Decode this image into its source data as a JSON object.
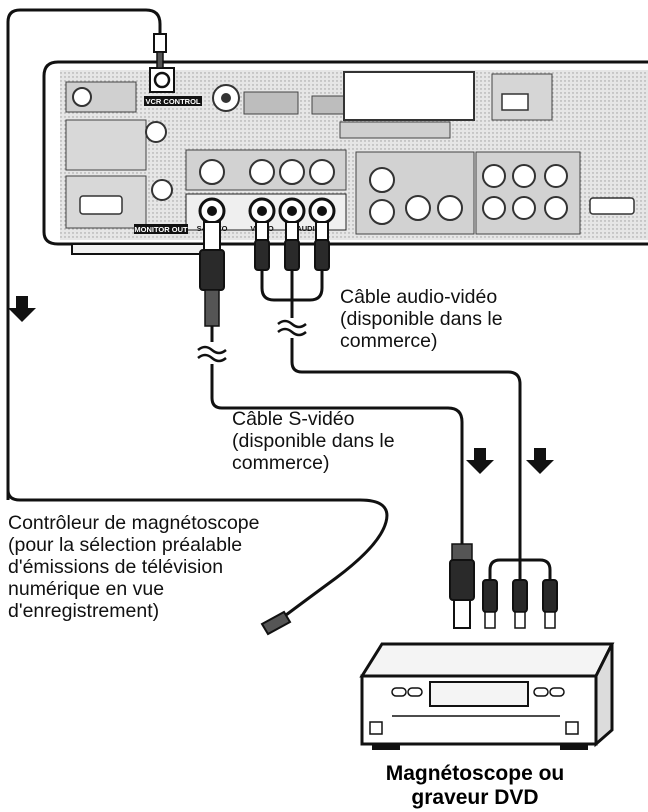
{
  "panel": {
    "vcr_control": "VCR CONTROL",
    "monitor_out": "MONITOR OUT",
    "s_video": "S-VIDEO",
    "video": "VIDEO",
    "r_audio_l": "R-AUDIO-L"
  },
  "labels": {
    "av_cable": [
      "Câble audio-vidéo",
      "(disponible dans le",
      "commerce)"
    ],
    "svideo_cable": [
      "Câble S-vidéo",
      "(disponible dans le",
      "commerce)"
    ],
    "vcr_controller": [
      "Contrôleur de magnétoscope",
      "(pour la sélection préalable",
      "d'émissions de télévision",
      "numérique en vue",
      "d'enregistrement)"
    ],
    "device": [
      "Magnétoscope ou",
      "graveur DVD"
    ]
  },
  "icons": [
    "down-arrow-icon",
    "squiggle-break-icon"
  ]
}
